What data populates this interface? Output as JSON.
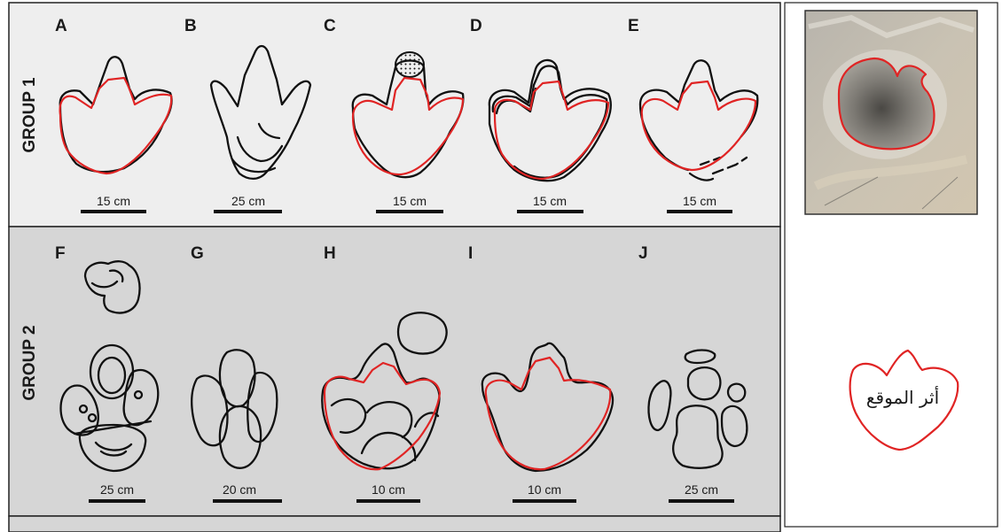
{
  "groups": [
    {
      "label": "GROUP 1",
      "panels": [
        {
          "letter": "A",
          "scale": "15 cm"
        },
        {
          "letter": "B",
          "scale": "25 cm"
        },
        {
          "letter": "C",
          "scale": "15 cm"
        },
        {
          "letter": "D",
          "scale": "15 cm"
        },
        {
          "letter": "E",
          "scale": "15 cm"
        }
      ]
    },
    {
      "label": "GROUP 2",
      "panels": [
        {
          "letter": "F",
          "scale": "25 cm"
        },
        {
          "letter": "G",
          "scale": "20 cm"
        },
        {
          "letter": "H",
          "scale": "10 cm"
        },
        {
          "letter": "I",
          "scale": "10 cm"
        },
        {
          "letter": "J",
          "scale": "25 cm"
        }
      ]
    }
  ],
  "site_label": "أثر الموقع",
  "colors": {
    "group1_bg": "#eeeeee",
    "group2_bg": "#d6d6d6",
    "outline": "#111111",
    "site_outline": "#e02424"
  }
}
